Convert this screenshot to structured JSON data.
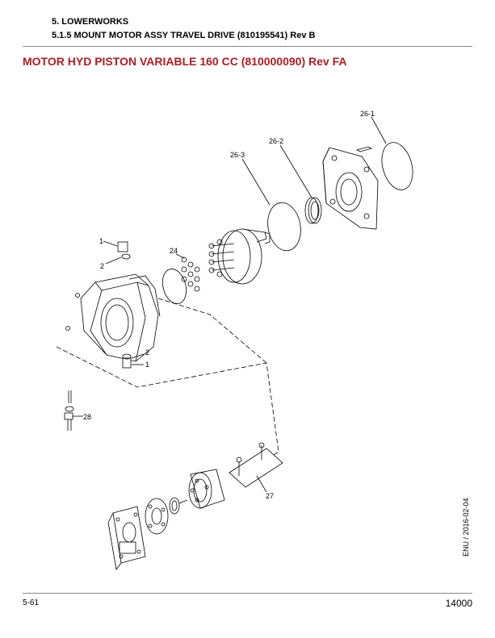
{
  "header": {
    "section": "5. LOWERWORKS",
    "subsection": "5.1.5 MOUNT MOTOR ASSY TRAVEL DRIVE (810195541) Rev B"
  },
  "title": "MOTOR HYD PISTON VARIABLE 160 CC (810000090) Rev FA",
  "callouts": {
    "c26_1": "26-1",
    "c26_2": "26-2",
    "c26_3": "26-3",
    "c24": "24",
    "c1_top": "1",
    "c2_top": "2",
    "c2_bottom": "2",
    "c1_bottom": "1",
    "c28": "28",
    "c27": "27"
  },
  "side_code": "ENU / 2016-02-04",
  "footer": {
    "page_number": "5-61",
    "document_number": "14000"
  },
  "colors": {
    "title": "#b01c24",
    "rule": "#888888"
  }
}
